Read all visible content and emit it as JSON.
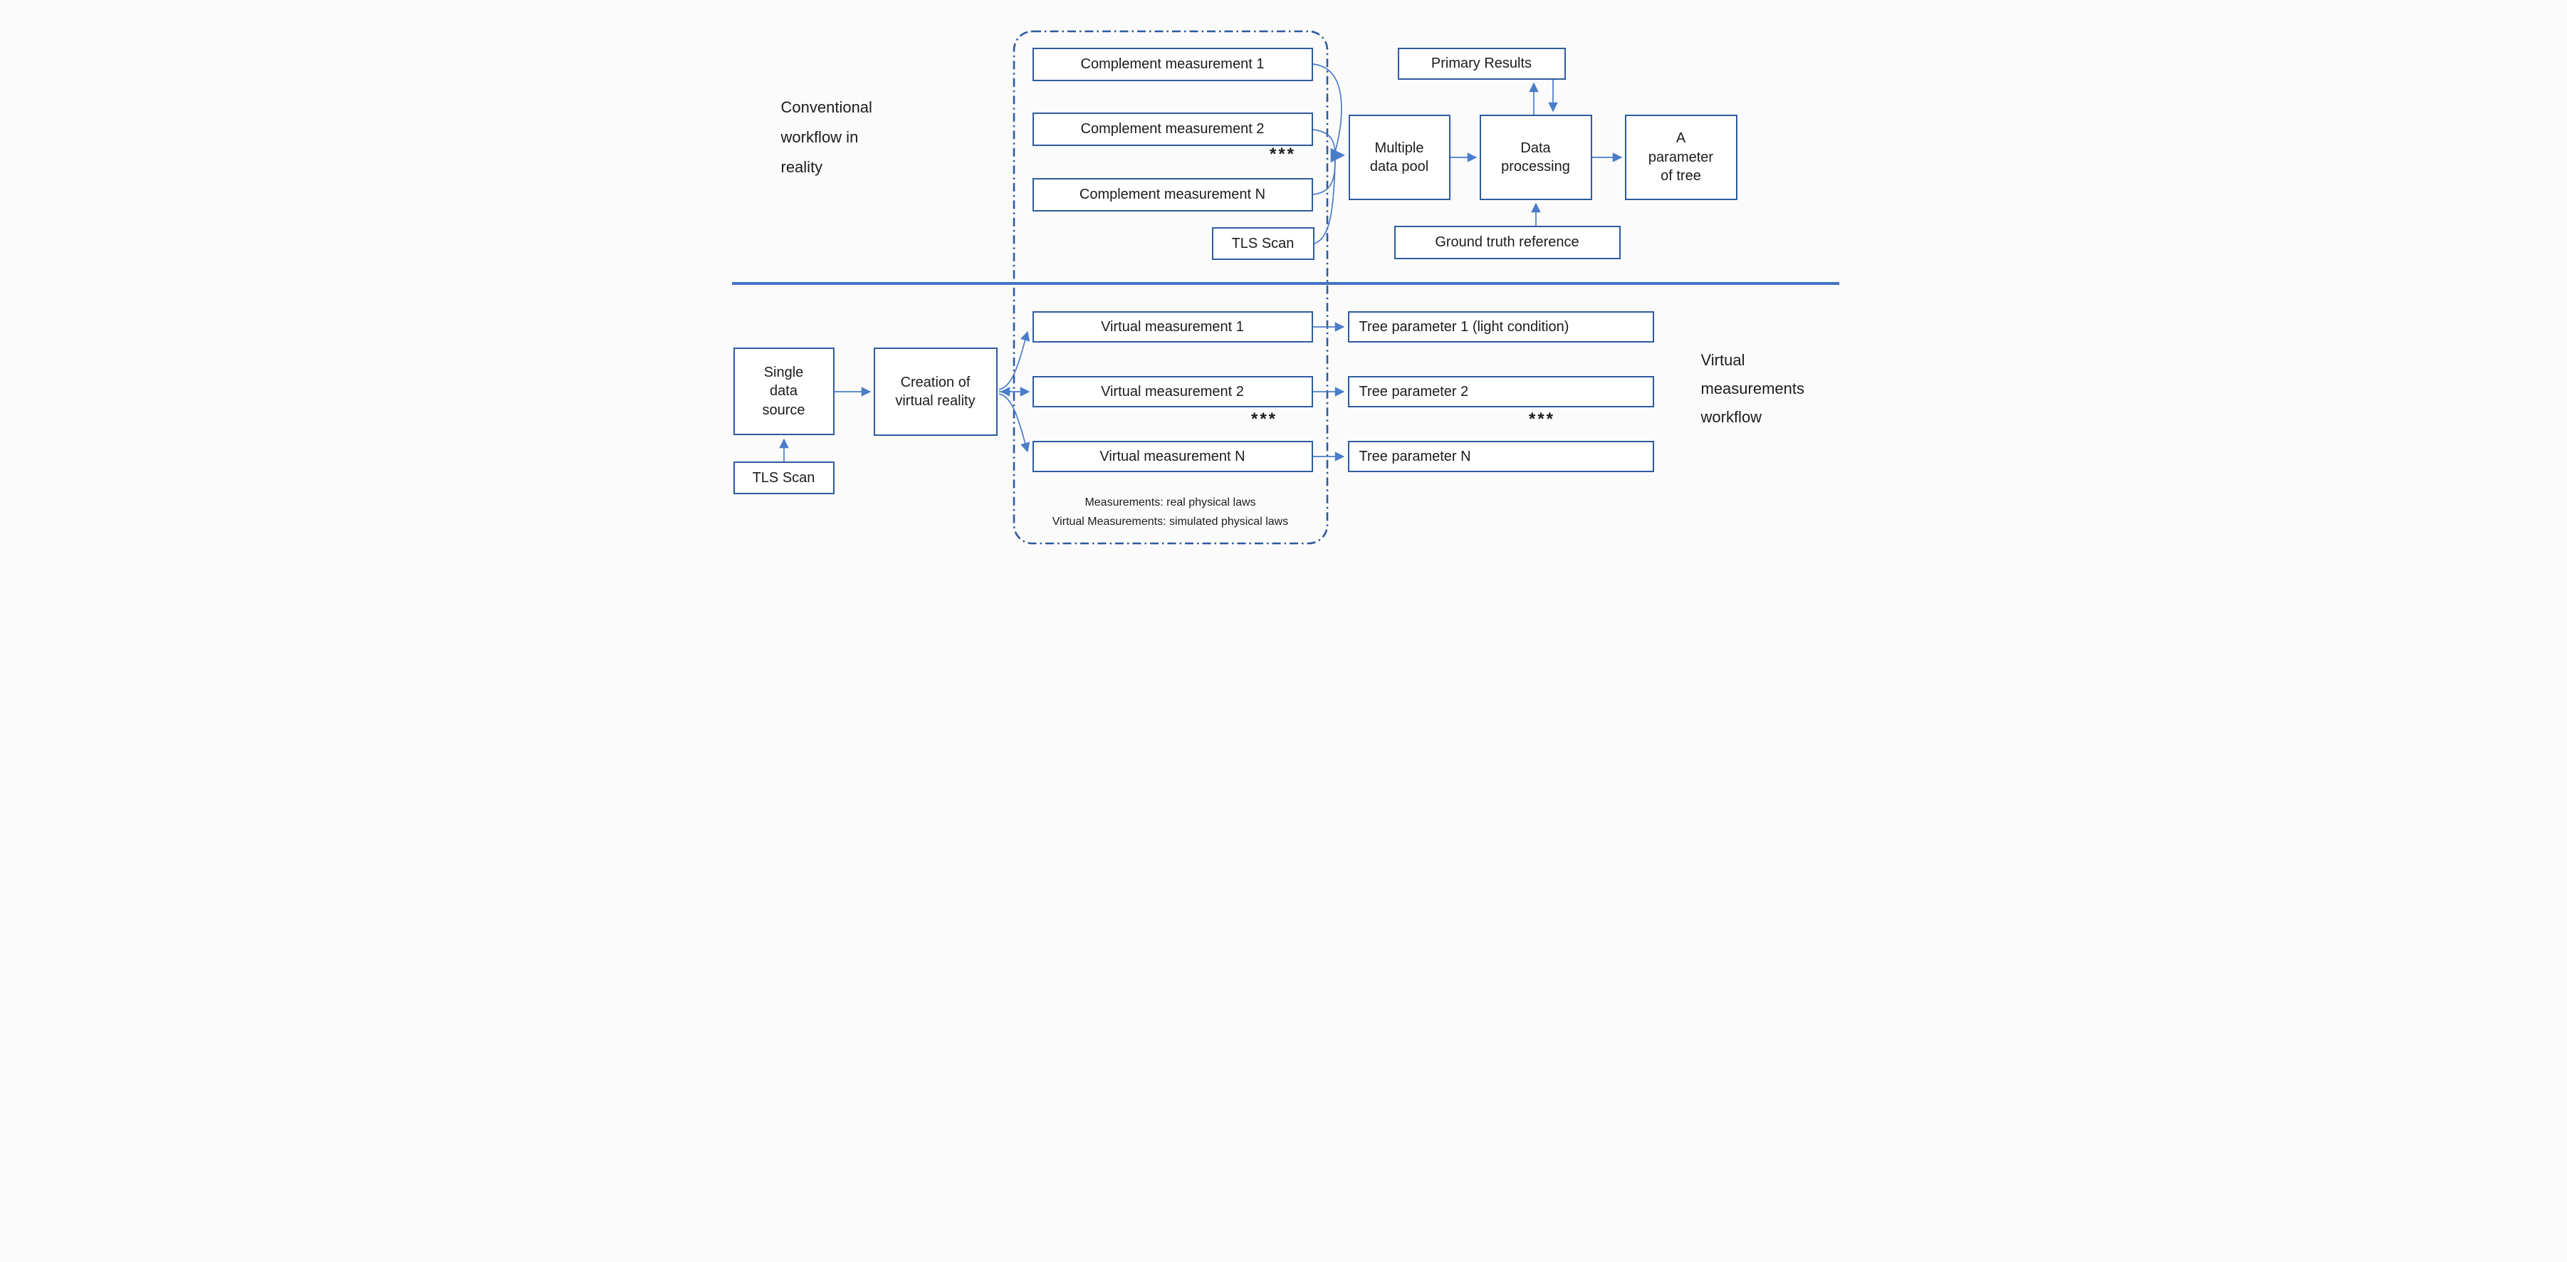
{
  "top": {
    "section_label": "Conventional workflow in reality",
    "complement1": "Complement measurement 1",
    "complement2": "Complement measurement 2",
    "ellipsis": "***",
    "complementN": "Complement measurement N",
    "tls_scan": "TLS Scan",
    "multiple_data_pool": "Multiple data pool",
    "data_processing": "Data processing",
    "primary_results": "Primary Results",
    "ground_truth": "Ground truth reference",
    "parameter_of_tree": "A parameter of tree"
  },
  "bottom": {
    "section_label": "Virtual measurements workflow",
    "single_data_source": "Single data source",
    "tls_scan": "TLS Scan",
    "creation_of_virtual_reality": "Creation of virtual reality",
    "virtual_measurement1": "Virtual measurement 1",
    "virtual_measurement2": "Virtual measurement 2",
    "ellipsis_left": "***",
    "virtual_measurementN": "Virtual measurement N",
    "tree_parameter1": "Tree parameter 1 (light condition)",
    "tree_parameter2": "Tree parameter 2",
    "ellipsis_right": "***",
    "tree_parameterN": "Tree parameter N",
    "caption_line1": "Measurements: real physical laws",
    "caption_line2": "Virtual Measurements: simulated physical laws"
  },
  "colors": {
    "box_border": "#2e5b9e",
    "arrow": "#4a7dc9",
    "dashed_border": "#2d5a9e",
    "divider": "#4472c4",
    "text": "#1c1c1c"
  }
}
